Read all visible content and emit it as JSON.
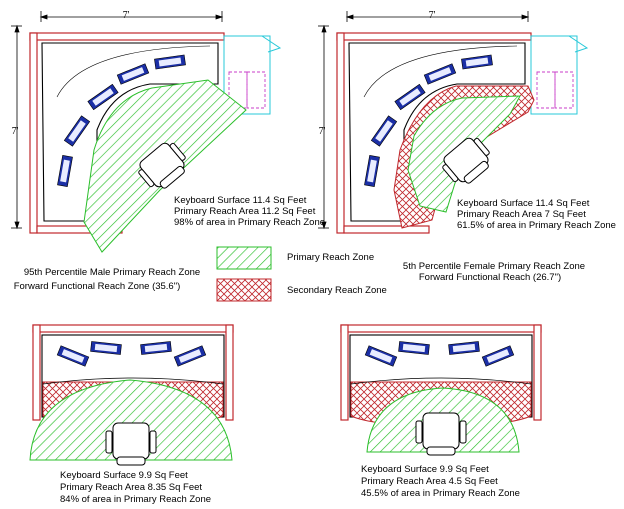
{
  "colors": {
    "wall": "#c0282d",
    "desk_outline": "#000000",
    "monitor": "#1b2fa6",
    "primary_zone": "#2bbf2b",
    "secondary_zone": "#c0282d",
    "filing": "#c83cc8",
    "door": "#27c8d8"
  },
  "icons": {
    "primary_swatch": "green-diagonal-hatch",
    "secondary_swatch": "red-crosshatch"
  },
  "workstations": {
    "top_left": {
      "dimension_top": "7'",
      "dimension_side": "7'",
      "stats": [
        "Keyboard Surface 11.4 Sq Feet",
        "Primary Reach Area 11.2 Sq Feet",
        "98% of area in Primary Reach Zone"
      ],
      "caption": [
        "95th Percentile Male Primary Reach Zone",
        "Forward Functional Reach Zone (35.6\")"
      ]
    },
    "top_right": {
      "dimension_top": "7'",
      "dimension_side": "7'",
      "stats": [
        "Keyboard Surface 11.4 Sq Feet",
        "Primary Reach Area 7 Sq Feet",
        "61.5% of area in Primary Reach Zone"
      ],
      "caption": [
        "5th Percentile Female Primary Reach Zone",
        "Forward Functional Reach (26.7\")"
      ]
    },
    "bottom_left": {
      "stats": [
        "Keyboard Surface 9.9 Sq Feet",
        "Primary Reach Area 8.35 Sq Feet",
        "84% of area in Primary Reach Zone"
      ]
    },
    "bottom_right": {
      "stats": [
        "Keyboard Surface 9.9 Sq Feet",
        "Primary Reach Area 4.5 Sq Feet",
        "45.5% of area in Primary Reach Zone"
      ]
    }
  },
  "legend": {
    "primary": "Primary Reach Zone",
    "secondary": "Secondary Reach Zone"
  }
}
